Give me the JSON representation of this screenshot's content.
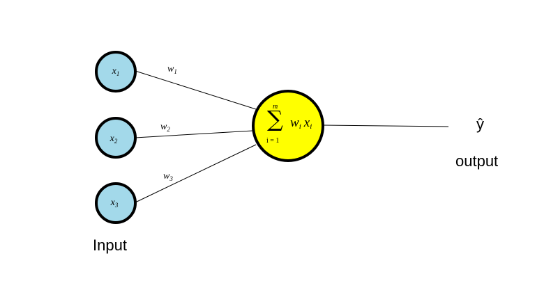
{
  "inputs": [
    {
      "symbol": "x",
      "index": "1",
      "weight": "w",
      "weight_index": "1"
    },
    {
      "symbol": "x",
      "index": "2",
      "weight": "w",
      "weight_index": "2"
    },
    {
      "symbol": "x",
      "index": "3",
      "weight": "w",
      "weight_index": "3"
    }
  ],
  "summation": {
    "symbol": "∑",
    "upper": "m",
    "lower": "i = 1",
    "term_w": "w",
    "term_w_sub": "i",
    "term_x": "x",
    "term_x_sub": "i"
  },
  "output": {
    "symbol": "ŷ",
    "label": "output"
  },
  "input_label": "Input",
  "colors": {
    "input_node_fill": "#a3d9ea",
    "sum_node_fill": "#ffff00",
    "stroke": "#000000",
    "background": "#ffffff"
  }
}
